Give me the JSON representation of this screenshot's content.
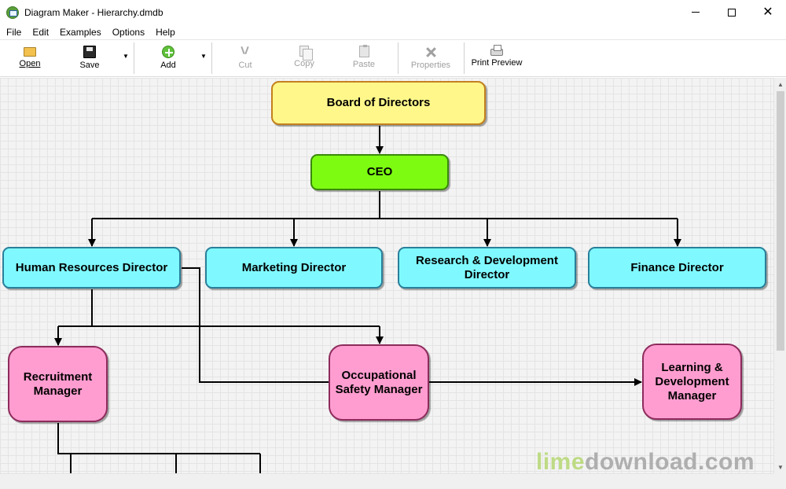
{
  "window": {
    "title": "Diagram Maker - Hierarchy.dmdb",
    "icon": "diagram-maker-icon",
    "minimize_glyph": "",
    "close_glyph": "✕"
  },
  "menu": [
    "File",
    "Edit",
    "Examples",
    "Options",
    "Help"
  ],
  "toolbar": {
    "open": {
      "label": "Open",
      "icon": "folder-open-icon",
      "enabled": true
    },
    "save": {
      "label": "Save",
      "icon": "floppy-disk-icon",
      "enabled": true
    },
    "add": {
      "label": "Add",
      "icon": "plus-circle-icon",
      "enabled": true
    },
    "cut": {
      "label": "Cut",
      "icon": "scissors-icon",
      "enabled": false
    },
    "copy": {
      "label": "Copy",
      "icon": "copy-icon",
      "enabled": false
    },
    "paste": {
      "label": "Paste",
      "icon": "paste-icon",
      "enabled": false
    },
    "properties": {
      "label": "Properties",
      "icon": "tools-icon",
      "enabled": false
    },
    "print_preview": {
      "label": "Print Preview",
      "icon": "printer-icon",
      "enabled": true
    },
    "dropdown_glyph": "▼"
  },
  "diagram": {
    "board": "Board of Directors",
    "ceo": "CEO",
    "directors": {
      "hr": "Human Resources Director",
      "marketing": "Marketing Director",
      "rnd": "Research & Development Director",
      "finance": "Finance Director"
    },
    "managers": {
      "recruitment": "Recruitment Manager",
      "occupational_safety": "Occupational Safety Manager",
      "learning_development": "Learning & Development Manager"
    },
    "colors": {
      "board": "#fff78a",
      "ceo": "#7dfc12",
      "director": "#7ff9ff",
      "manager": "#ff9dd0"
    }
  },
  "watermark": {
    "part1": "lime",
    "part2": "download.com"
  },
  "scrollbar": {
    "up_glyph": "▲",
    "down_glyph": "▼"
  }
}
